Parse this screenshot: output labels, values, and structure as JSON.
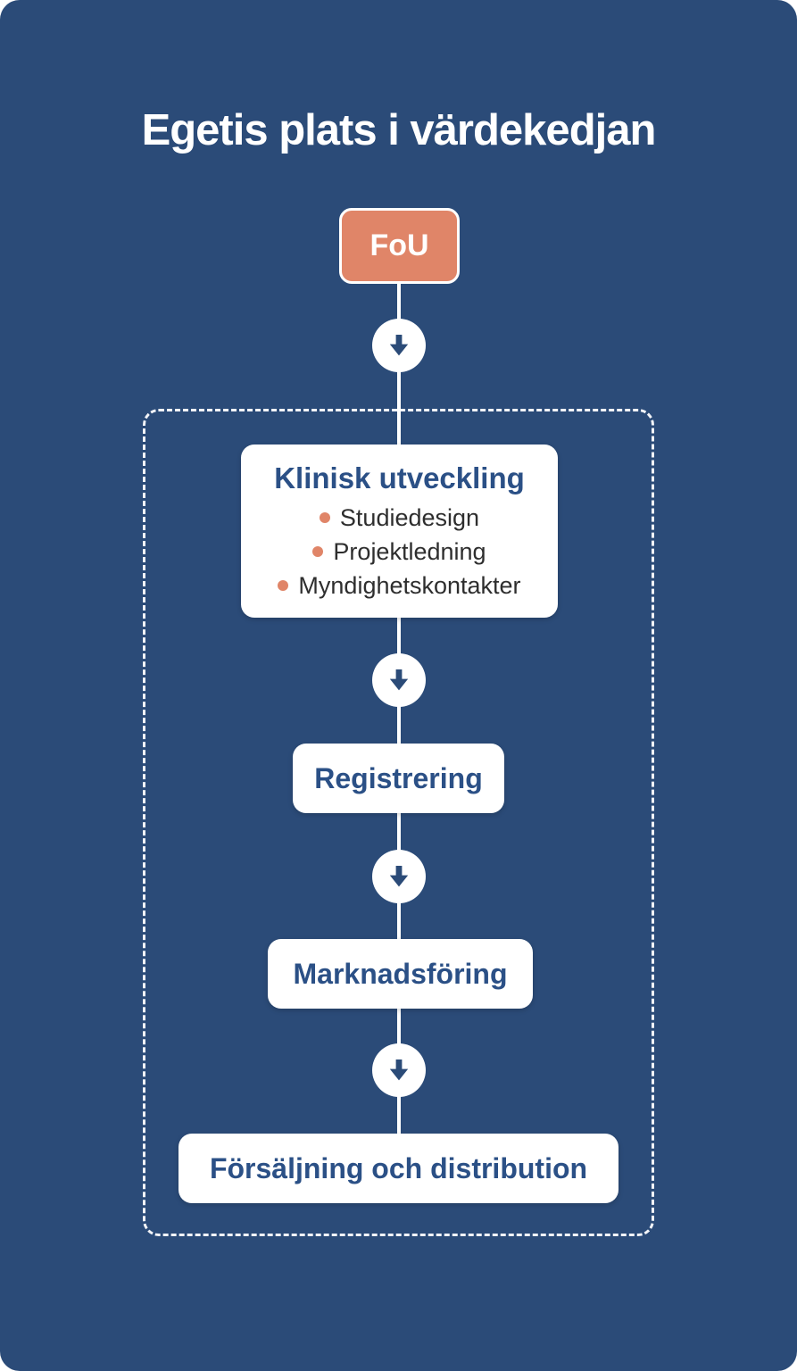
{
  "page": {
    "title": "Egetis plats i värdekedjan"
  },
  "colors": {
    "background": "#2b4b78",
    "accent_orange": "#e08568",
    "heading_blue": "#2b5086",
    "bullet_text": "#2e2e2e",
    "white": "#ffffff"
  },
  "flow": {
    "top_node": {
      "label": "FoU"
    },
    "arrow_icon": "arrow-down-icon",
    "steps": [
      {
        "label": "Klinisk utveckling",
        "bullets": [
          "Studiedesign",
          "Projektledning",
          "Myndighetskontakter"
        ]
      },
      {
        "label": "Registrering"
      },
      {
        "label": "Marknadsföring"
      },
      {
        "label": "Försäljning och distribution"
      }
    ]
  }
}
